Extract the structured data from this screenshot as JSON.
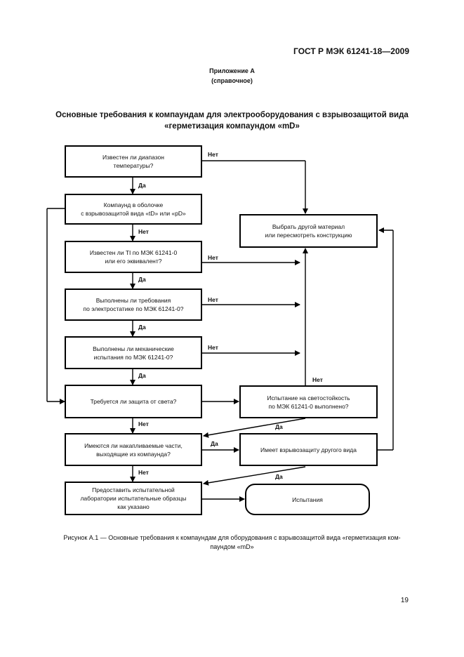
{
  "header": {
    "standard": "ГОСТ Р МЭК 61241-18—2009"
  },
  "appendix": {
    "title": "Приложение А",
    "subtitle": "(справочное)"
  },
  "title": {
    "line1": "Основные требования к компаундам для электрооборудования с взрывозащитой вида",
    "line2": "«герметизация компаундом «mD»"
  },
  "flowchart": {
    "q_temp": {
      "line1": "Известен ли диапазон",
      "line2": "температуры?"
    },
    "q_enclosure": {
      "line1": "Компаунд в оболочке",
      "line2": "с взрывозащитой вида «tD» или «pD»"
    },
    "q_ti": {
      "line1": "Известен ли TI по МЭК 61241-0",
      "line2": "или его эквивалент?"
    },
    "q_static": {
      "line1": "Выполнены ли требования",
      "line2": "по электростатике по МЭК 61241-0?"
    },
    "q_mech": {
      "line1": "Выполнены ли механические",
      "line2": "испытания по МЭК 61241-0?"
    },
    "q_light": {
      "line1": "Требуется ли защита от света?"
    },
    "q_parts": {
      "line1": "Имеются ли накапливаемые части,",
      "line2": "выходящие из компаунда?"
    },
    "q_provide": {
      "line1": "Предоставить испытательной",
      "line2": "лаборатории испытательные образцы",
      "line3": "как указано"
    },
    "r_other": {
      "line1": "Выбрать другой материал",
      "line2": "или пересмотреть конструкцию"
    },
    "r_lighttest": {
      "line1": "Испытание на светостойкость",
      "line2": "по МЭК 61241-0 выполнено?"
    },
    "r_otherprot": {
      "line1": "Имеет взрывозащиту другого вида"
    },
    "r_tests": {
      "line1": "Испытания"
    },
    "labels": {
      "yes": "Да",
      "no": "Нет"
    }
  },
  "caption": {
    "line1": "Рисунок А.1 — Основные требования к компаундам для оборудования с взрывозащитой вида «герметизация ком-",
    "line2": "паундом «mD»"
  },
  "page_number": "19"
}
